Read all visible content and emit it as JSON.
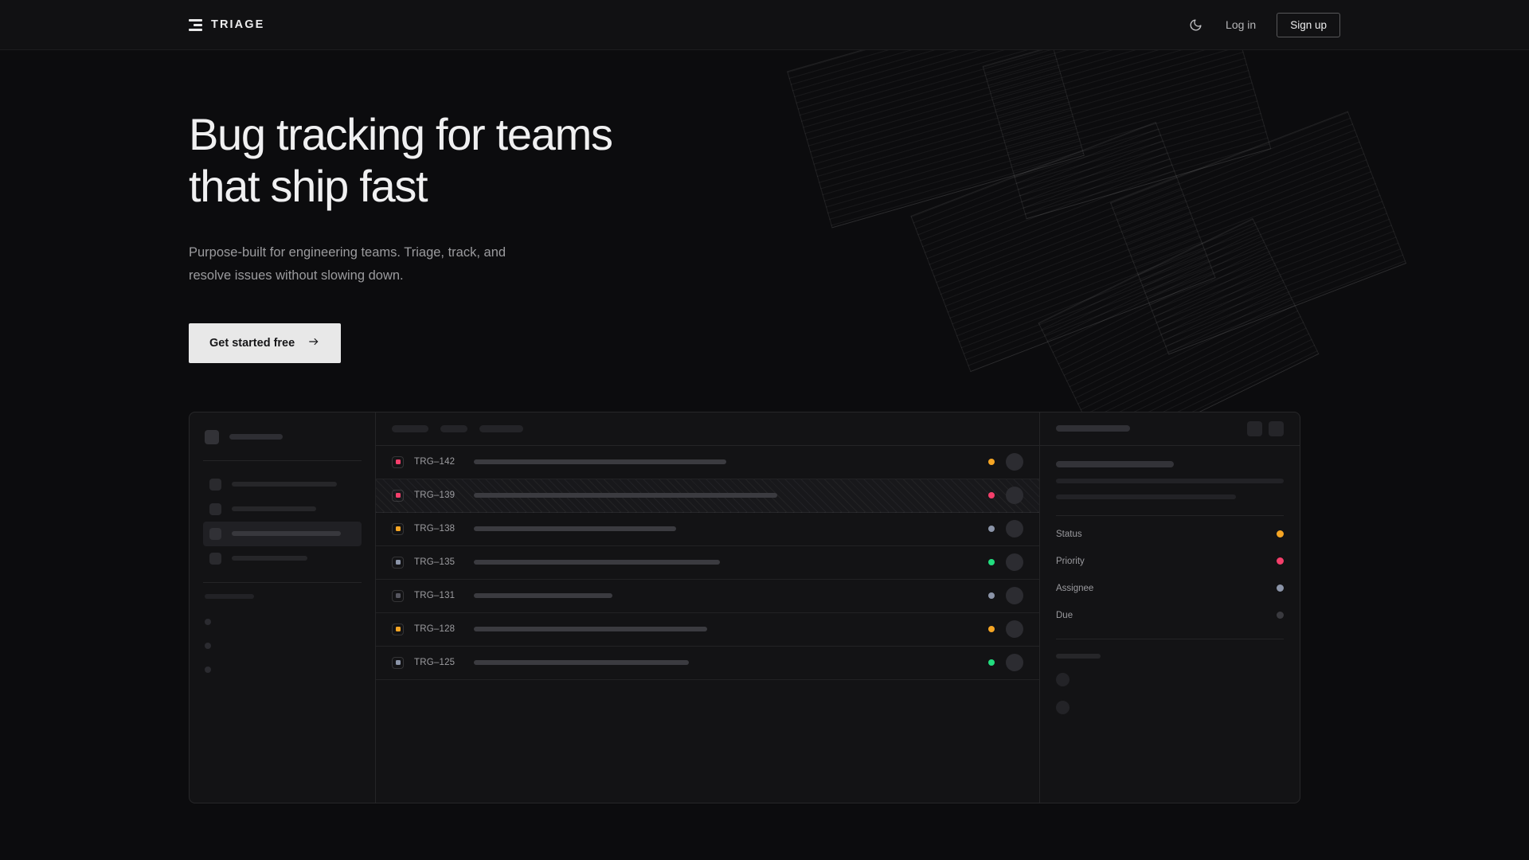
{
  "header": {
    "brand": "TRIAGE",
    "brand_icon": "stack-lines-icon",
    "theme_toggle_icon": "moon-icon",
    "login_label": "Log in",
    "signup_label": "Sign up"
  },
  "hero": {
    "title": "Bug tracking for teams\nthat ship fast",
    "subtitle": "Purpose-built for engineering teams. Triage, track, and\nresolve issues without slowing down.",
    "cta_label": "Get started free",
    "cta_icon": "arrow-right-icon"
  },
  "colors": {
    "page_bg": "#0c0c0e",
    "header_bg": "#111113",
    "panel_bg": "#131315",
    "text_primary": "#f0f0f1",
    "text_muted": "#9b9b9e",
    "cta_bg": "#e8e8e8",
    "accent_pink": "#f43f6b",
    "accent_amber": "#f5a524",
    "accent_green": "#22dd7f",
    "accent_slate": "#8b94a8",
    "accent_dim": "#3a3a3f"
  },
  "app": {
    "sidebar": {
      "nav_items": [
        "nav-skeleton-1",
        "nav-skeleton-2",
        "nav-skeleton-3",
        "nav-skeleton-4"
      ],
      "active_index": 2,
      "mini_items": [
        "mini-1",
        "mini-2",
        "mini-3"
      ]
    },
    "toolbar": {
      "tabs": [
        "tab-skeleton-1",
        "tab-skeleton-2",
        "tab-skeleton-3"
      ]
    },
    "issues": [
      {
        "id": "TRG–142",
        "badge": "#f43f6b",
        "title_width": "40%",
        "status_dot": "#f5a524",
        "highlighted": false
      },
      {
        "id": "TRG–139",
        "badge": "#f43f6b",
        "title_width": "48%",
        "status_dot": "#f43f6b",
        "highlighted": true
      },
      {
        "id": "TRG–138",
        "badge": "#f5a524",
        "title_width": "32%",
        "status_dot": "#8b94a8",
        "highlighted": false
      },
      {
        "id": "TRG–135",
        "badge": "#8b94a8",
        "title_width": "39%",
        "status_dot": "#22dd7f",
        "highlighted": false
      },
      {
        "id": "TRG–131",
        "badge": "#565660",
        "title_width": "22%",
        "status_dot": "#8b94a8",
        "highlighted": false
      },
      {
        "id": "TRG–128",
        "badge": "#f5a524",
        "title_width": "37%",
        "status_dot": "#f5a524",
        "highlighted": false
      },
      {
        "id": "TRG–125",
        "badge": "#8b94a8",
        "title_width": "34%",
        "status_dot": "#22dd7f",
        "highlighted": false
      }
    ],
    "detail": {
      "header_buttons": [
        "detail-action-1",
        "detail-action-2"
      ],
      "fields": [
        {
          "label": "Status",
          "dot": "#f5a524"
        },
        {
          "label": "Priority",
          "dot": "#f43f6b"
        },
        {
          "label": "Assignee",
          "dot": "#8b94a8"
        },
        {
          "label": "Due",
          "dot": "#3a3a3f"
        }
      ]
    }
  }
}
